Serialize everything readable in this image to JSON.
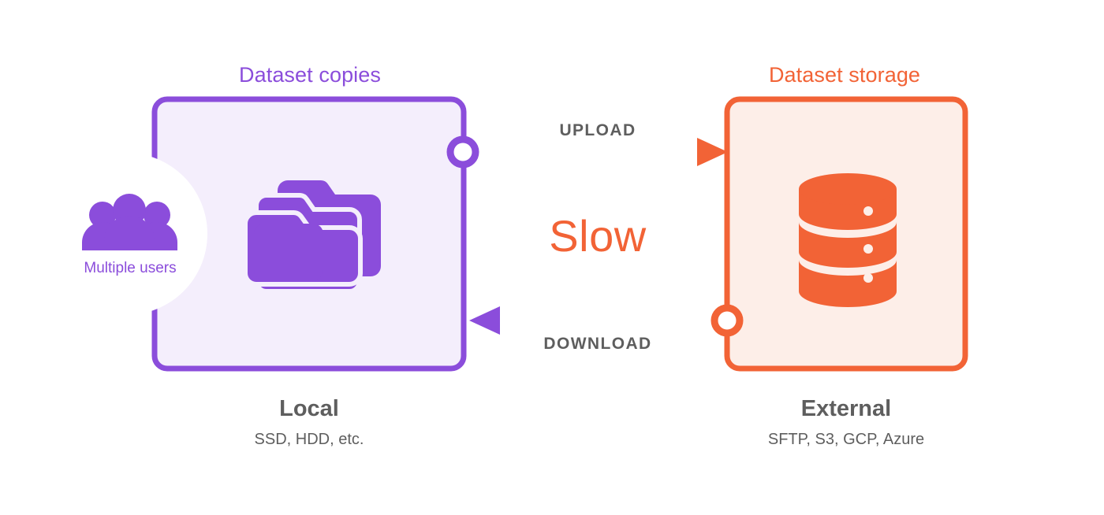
{
  "diagram": {
    "title_left": "Dataset copies",
    "title_right": "Dataset storage",
    "center_label": "Slow",
    "flows": [
      {
        "id": "upload",
        "label": "UPLOAD",
        "direction": "left-to-right"
      },
      {
        "id": "download",
        "label": "DOWNLOAD",
        "direction": "right-to-left"
      }
    ],
    "left_panel": {
      "title": "Dataset copies",
      "icon": "folder-stack-icon",
      "caption_name": "Local",
      "caption_sub": "SSD, HDD, etc.",
      "actor_label": "Multiple users",
      "actor_icon": "multiple-users-icon"
    },
    "right_panel": {
      "title": "Dataset storage",
      "icon": "database-cylinder-icon",
      "caption_name": "External",
      "caption_sub": "SFTP, S3, GCP, Azure"
    },
    "colors": {
      "purple": "#8b4ddb",
      "purple_fill": "#f4eefc",
      "orange": "#f26336",
      "orange_fill": "#fdeee8",
      "gray_text": "#5e5e5e",
      "background": "#ffffff"
    }
  }
}
